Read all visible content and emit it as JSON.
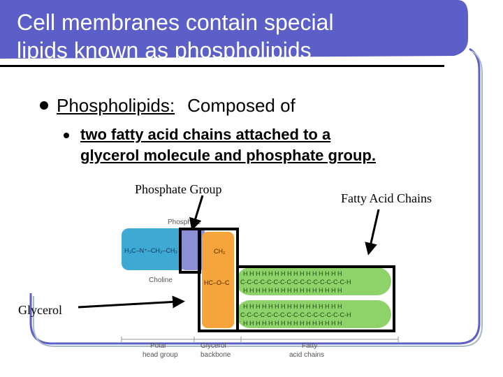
{
  "slide": {
    "title_line1": "Cell membranes contain special",
    "title_line2": "lipids known as phospholipids",
    "bullet1_term": "Phospholipids:",
    "bullet1_rest": "Composed of",
    "bullet2_line1": "two fatty acid chains attached to a",
    "bullet2_line2": "glycerol molecule and phosphate group."
  },
  "callouts": {
    "phosphate_group": "Phosphate Group",
    "fatty_acid_chains": "Fatty Acid Chains",
    "glycerol": "Glycerol"
  },
  "diagram": {
    "phosphate_header": "Phosphate",
    "choline": "Choline",
    "polar_head_group_line1": "Polar",
    "polar_head_group_line2": "head group",
    "glycerol_backbone_line1": "Glycerol",
    "glycerol_backbone_line2": "backbone",
    "fatty_acid_line1": "Fatty",
    "fatty_acid_line2": "acid chains",
    "chain_row_h": "H H H H H H H H H H H H H H H H",
    "chain_row_c": "C-C-C-C-C-C-C-C-C-C-C-C-C-C-C-C-H",
    "choline_group": "H₃C–N⁺–CH₂–CH₂",
    "glycerol_ch2": "CH₂",
    "glycerol_hc": "HC–O–C",
    "colors": {
      "title_bar": "#5b5fc7",
      "choline_blue": "#3fa9d6",
      "phosphate_purple": "#8c8fd6",
      "glycerol_orange": "#f5a53c",
      "chain_green": "#8ed36a"
    }
  }
}
